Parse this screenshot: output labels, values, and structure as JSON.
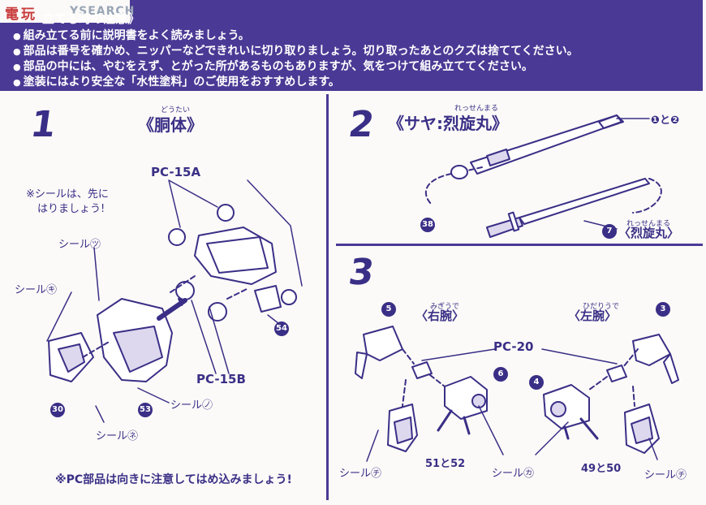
{
  "header": {
    "logo_part1": "電",
    "logo_part2": "玩",
    "logo_part3": "YSEARCH",
    "title": "立てる時の注意》",
    "notes": [
      "組み立てる前に説明書をよく読みましょう。",
      "部品は番号を確かめ、ニッパーなどできれいに切り取りましょう。切り取ったあとのクズは捨ててください。",
      "部品の中には、やむをえず、とがった所があるものもありますが、気をつけて組み立ててください。",
      "塗装にはより安全な「水性塗料」のご使用をおすすめします。"
    ]
  },
  "step1": {
    "number": "1",
    "ruby": "どうたい",
    "heading": "《胴体》",
    "note_line1": "※シールは、先に",
    "note_line2": "はりましょう!",
    "pc_top": "PC-15A",
    "pc_bottom": "PC-15B",
    "seal_tsu": "シール㋡",
    "seal_ki": "シール㋖",
    "seal_no": "シール㋨",
    "seal_ne": "シール㋧",
    "parts": [
      "30",
      "53",
      "54"
    ]
  },
  "step2": {
    "number": "2",
    "ruby": "れっせんまる",
    "heading": "《サヤ:烈旋丸》",
    "parts_label": "❶と❷",
    "part_38": "38",
    "part_7": "7",
    "blade_ruby": "れっせんまる",
    "blade_label": "〈烈旋丸〉"
  },
  "step3": {
    "number": "3",
    "right_ruby": "みぎうで",
    "right_arm": "〈右腕〉",
    "left_ruby": "ひだりうで",
    "left_arm": "〈左腕〉",
    "pc": "PC-20",
    "parts": [
      "5",
      "3",
      "6",
      "4"
    ],
    "parts_right": "51と52",
    "parts_left": "49と50",
    "seal_chi_left": "シール㋠",
    "seal_ka": "シール㋕",
    "seal_chi_right": "シール㋠"
  },
  "footnote": "※PC部品は向きに注意してはめ込みましょう!",
  "colors": {
    "ink": "#3a2f86",
    "banner": "#4a3a95",
    "paper": "#fbfaf8"
  }
}
